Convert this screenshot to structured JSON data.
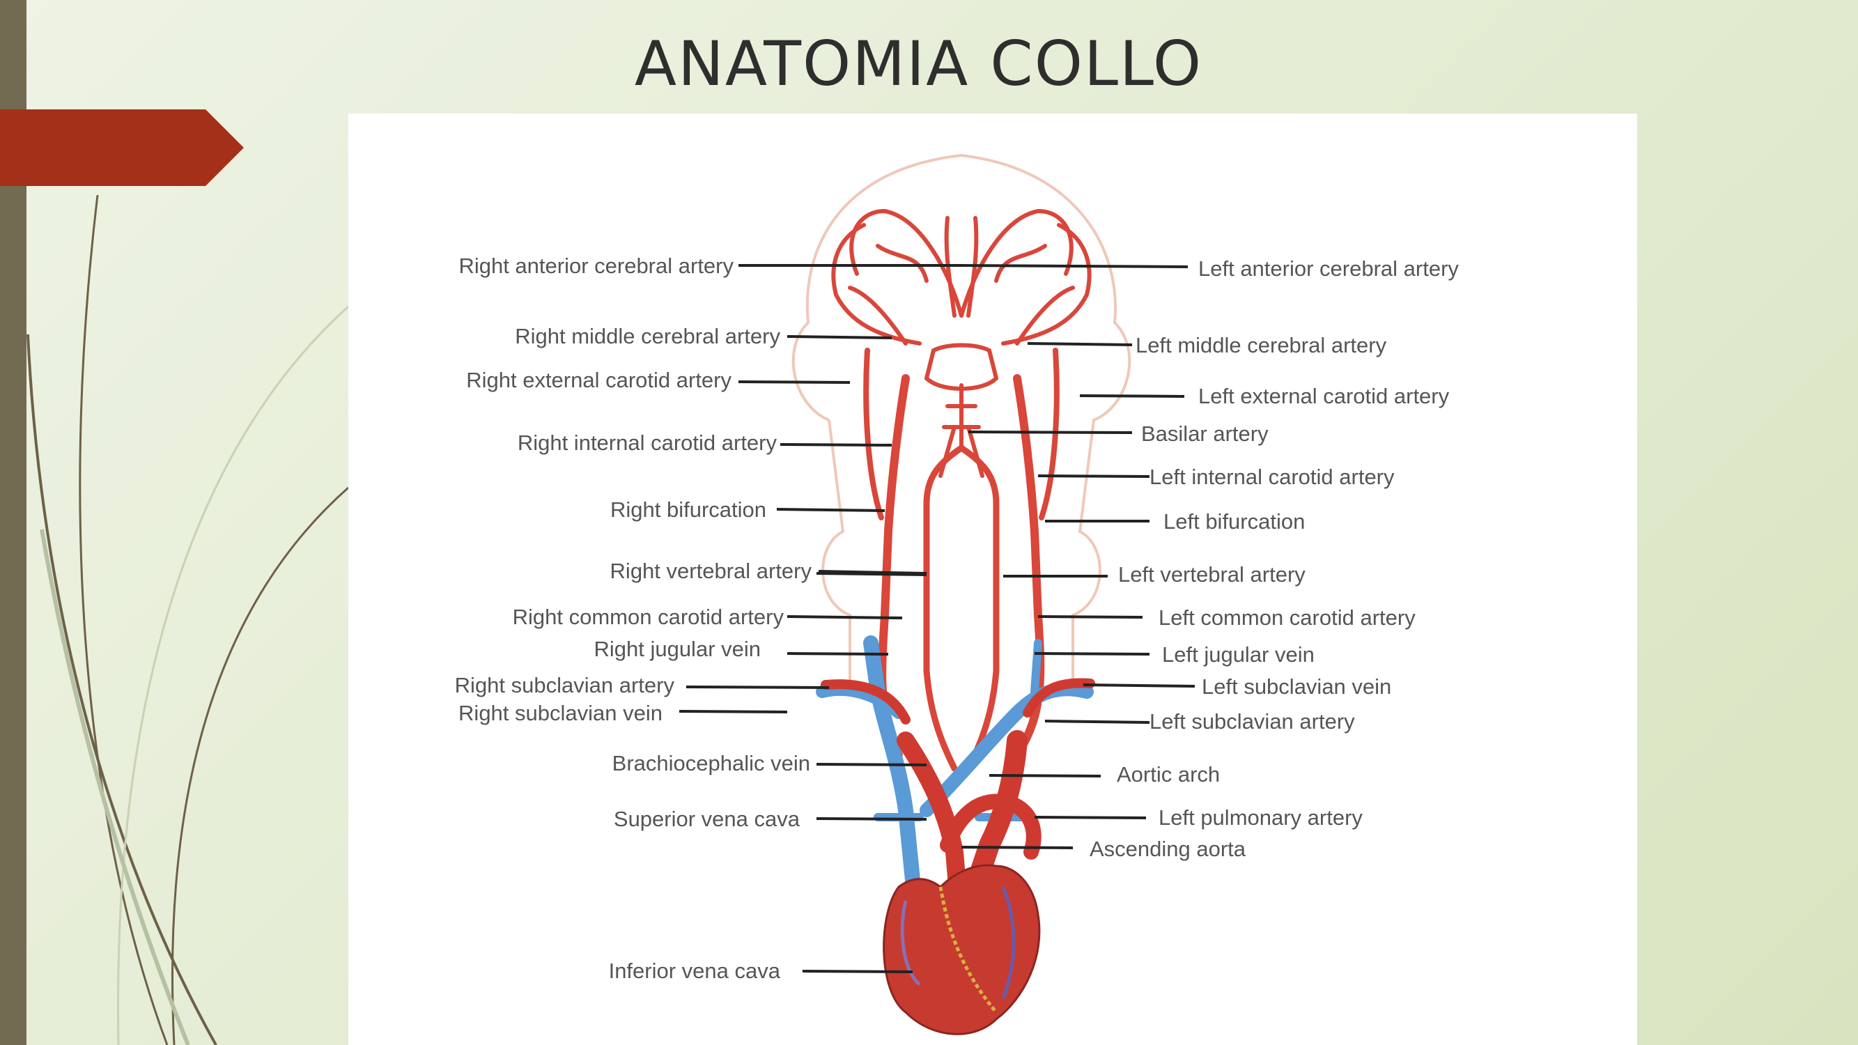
{
  "slide": {
    "title": "ANATOMIA COLLO",
    "accent_color": "#a5301a",
    "bar_color": "#736a52"
  },
  "diagram": {
    "labels": {
      "right_anterior_cerebral_artery": "Right anterior cerebral artery",
      "right_middle_cerebral_artery": "Right middle cerebral artery",
      "right_external_carotid_artery": "Right external carotid artery",
      "right_internal_carotid_artery": "Right internal carotid artery",
      "right_bifurcation": "Right bifurcation",
      "right_vertebral_artery": "Right vertebral artery",
      "right_common_carotid_artery": "Right common carotid artery",
      "right_jugular_vein": "Right jugular vein",
      "right_subclavian_artery": "Right subclavian artery",
      "right_subclavian_vein": "Right subclavian vein",
      "brachiocephalic_vein": "Brachiocephalic vein",
      "superior_vena_cava": "Superior vena cava",
      "inferior_vena_cava": "Inferior vena cava",
      "left_anterior_cerebral_artery": "Left anterior cerebral artery",
      "left_middle_cerebral_artery": "Left middle cerebral artery",
      "left_external_carotid_artery": "Left external carotid artery",
      "basilar_artery": "Basilar artery",
      "left_internal_carotid_artery": "Left internal carotid artery",
      "left_bifurcation": "Left bifurcation",
      "left_vertebral_artery": "Left vertebral artery",
      "left_common_carotid_artery": "Left common carotid artery",
      "left_jugular_vein": "Left jugular vein",
      "left_subclavian_vein": "Left subclavian vein",
      "left_subclavian_artery": "Left subclavian artery",
      "aortic_arch": "Aortic arch",
      "left_pulmonary_artery": "Left pulmonary artery",
      "ascending_aorta": "Ascending aorta"
    }
  }
}
